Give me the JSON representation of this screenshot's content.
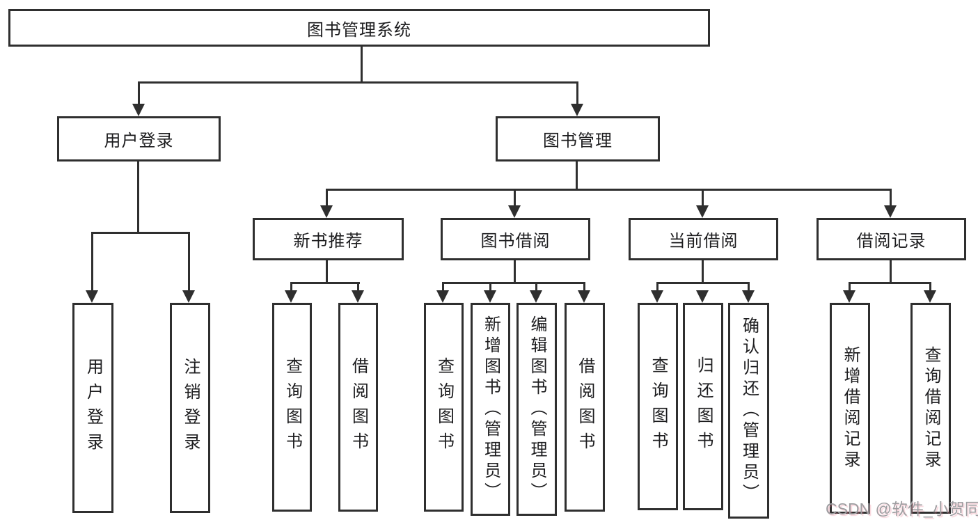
{
  "nodes": {
    "root": "图书管理系统",
    "user_login": "用户登录",
    "book_mgmt": "图书管理",
    "new_book_rec": "新书推荐",
    "book_borrow": "图书借阅",
    "current_borrow": "当前借阅",
    "borrow_records": "借阅记录",
    "user_login_leaf": "用户登录",
    "logout_leaf": "注销登录",
    "query_book_a": "查询图书",
    "borrow_book_a": "借阅图书",
    "query_book_b": "查询图书",
    "add_book_admin": "新增图书（管理员）",
    "edit_book_admin": "编辑图书（管理员）",
    "borrow_book_b": "借阅图书",
    "query_book_c": "查询图书",
    "return_book": "归还图书",
    "confirm_return_admin": "确认归还（管理员）",
    "add_borrow_record": "新增借阅记录",
    "query_borrow_record": "查询借阅记录"
  },
  "watermark": "CSDN @软件_小贺同学",
  "colors": {
    "line": "#2f2f2f",
    "text": "#1d1d1f",
    "watermark": "#9d9da0",
    "background": "#ffffff"
  }
}
